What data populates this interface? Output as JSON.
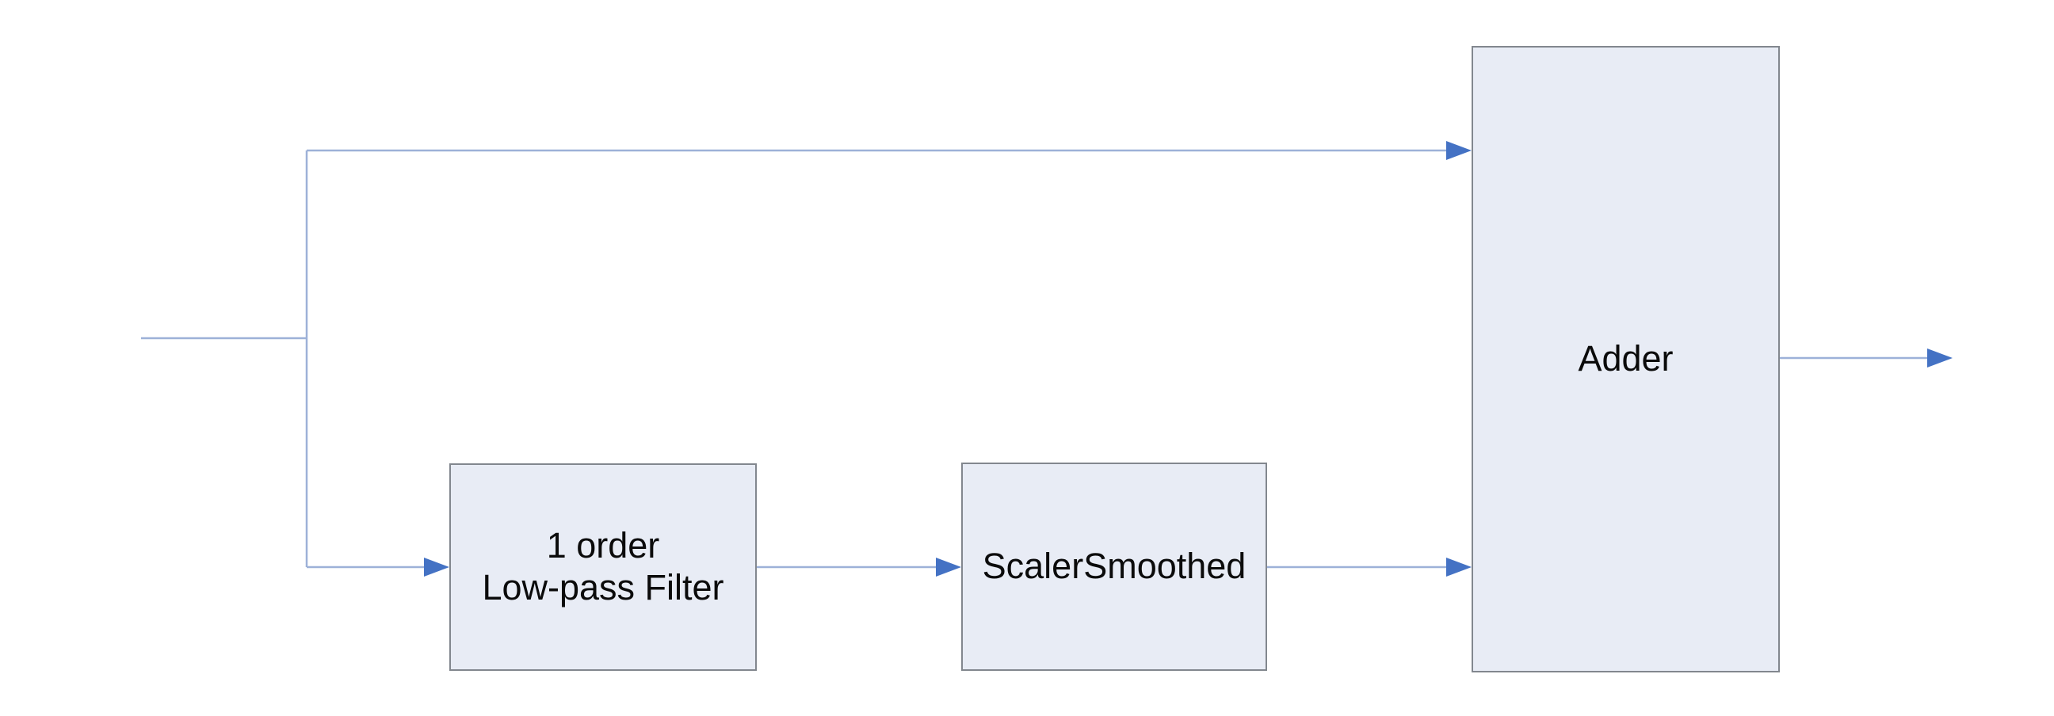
{
  "diagram": {
    "type": "signal-flow-block-diagram",
    "nodes": {
      "lowpass": {
        "label": "1 order\nLow-pass Filter"
      },
      "scaler": {
        "label": "ScalerSmoothed"
      },
      "adder": {
        "label": "Adder"
      }
    },
    "edges": [
      {
        "id": "input-stub",
        "from": "input",
        "to": "branch-point"
      },
      {
        "id": "branch-vertical",
        "from": "branch-point",
        "to": "branch-point"
      },
      {
        "id": "branch-to-adder-top",
        "from": "branch-point",
        "to": "adder"
      },
      {
        "id": "branch-to-lowpass",
        "from": "branch-point",
        "to": "lowpass"
      },
      {
        "id": "lowpass-to-scaler",
        "from": "lowpass",
        "to": "scaler"
      },
      {
        "id": "scaler-to-adder",
        "from": "scaler",
        "to": "adder"
      },
      {
        "id": "adder-output",
        "from": "adder",
        "to": "output"
      }
    ],
    "colors": {
      "node_fill": "#e8ecf5",
      "node_border": "#82878e",
      "wire": "#9db1d8",
      "arrowhead": "#4472c4",
      "text": "#0b0b0b",
      "background": "#ffffff"
    }
  }
}
